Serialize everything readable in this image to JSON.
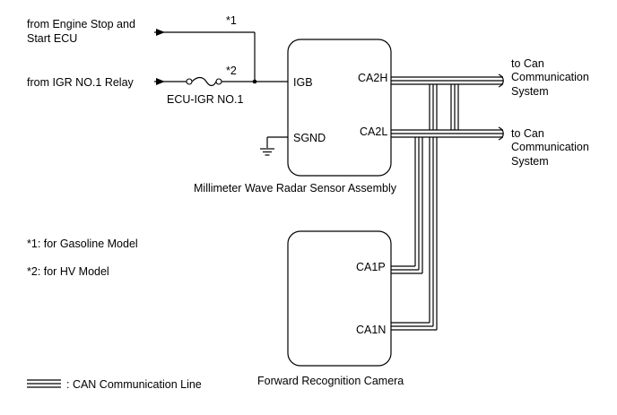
{
  "inputs": {
    "engine_ecu_line1": "from Engine Stop and",
    "engine_ecu_line2": "Start ECU",
    "igr_relay": "from IGR NO.1 Relay",
    "fuse_label": "ECU-IGR NO.1",
    "note_ref1": "*1",
    "note_ref2": "*2"
  },
  "radar": {
    "name": "Millimeter Wave Radar Sensor Assembly",
    "pin_igb": "IGB",
    "pin_sgnd": "SGND",
    "pin_ca2h": "CA2H",
    "pin_ca2l": "CA2L"
  },
  "camera": {
    "name": "Forward Recognition Camera",
    "pin_ca1p": "CA1P",
    "pin_ca1n": "CA1N"
  },
  "outputs": {
    "top_line1": "to Can",
    "top_line2": "Communication",
    "top_line3": "System",
    "bottom_line1": "to Can",
    "bottom_line2": "Communication",
    "bottom_line3": "System"
  },
  "notes": {
    "note1": "*1: for Gasoline Model",
    "note2": "*2: for HV Model"
  },
  "legend": {
    "can_line": ": CAN Communication Line"
  }
}
